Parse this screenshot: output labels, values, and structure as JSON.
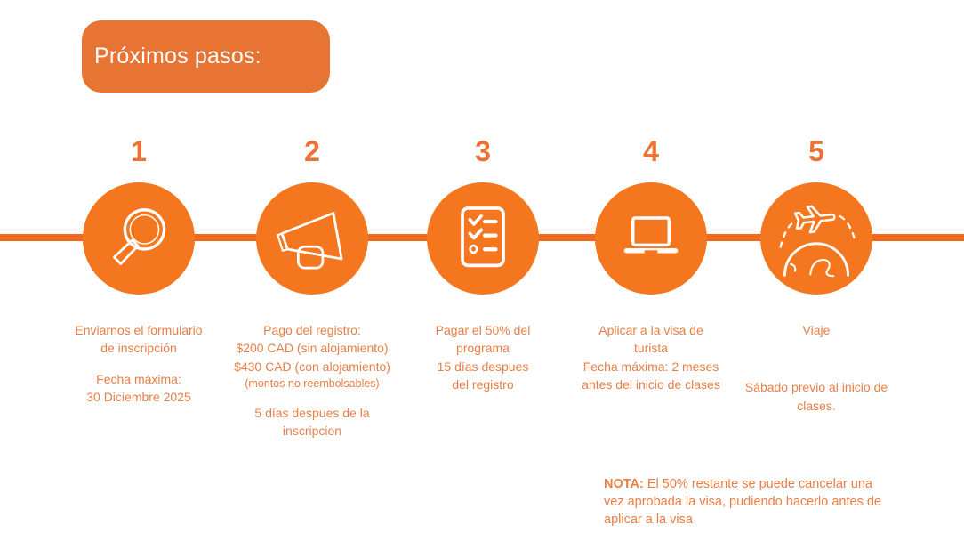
{
  "title": "Próximos pasos:",
  "colors": {
    "title_box": "#E87434",
    "circle": "#F4771F",
    "connector_line": "#F2681A",
    "number_text": "#ED7035",
    "body_text": "#E77F47"
  },
  "steps": [
    {
      "number": "1",
      "icon": "magnifier-icon",
      "p1": "Enviarnos el formulario\nde inscripción",
      "p1_small": "",
      "p2": "Fecha máxima:\n30 Diciembre 2025"
    },
    {
      "number": "2",
      "icon": "megaphone-icon",
      "p1": "Pago del registro:\n$200 CAD (sin alojamiento)\n$430 CAD (con alojamiento)",
      "p1_small": "(montos no reembolsables)",
      "p2": "5 días despues de la\ninscripcion"
    },
    {
      "number": "3",
      "icon": "checklist-icon",
      "p1": "Pagar el 50% del\nprograma",
      "p1_small": "",
      "p2": "15 días despues\ndel registro"
    },
    {
      "number": "4",
      "icon": "laptop-icon",
      "p1": "Aplicar a la visa de\nturista",
      "p1_small": "",
      "p2": "Fecha máxima: 2 meses\nantes del inicio de clases"
    },
    {
      "number": "5",
      "icon": "plane-globe-icon",
      "p1": "Viaje",
      "p1_small": "",
      "p2": "Sábado previo al inicio de\nclases."
    }
  ],
  "note": {
    "label": "NOTA:",
    "text": " El 50% restante se puede cancelar una\nvez aprobada la visa, pudiendo hacerlo antes de\naplicar a la visa"
  }
}
